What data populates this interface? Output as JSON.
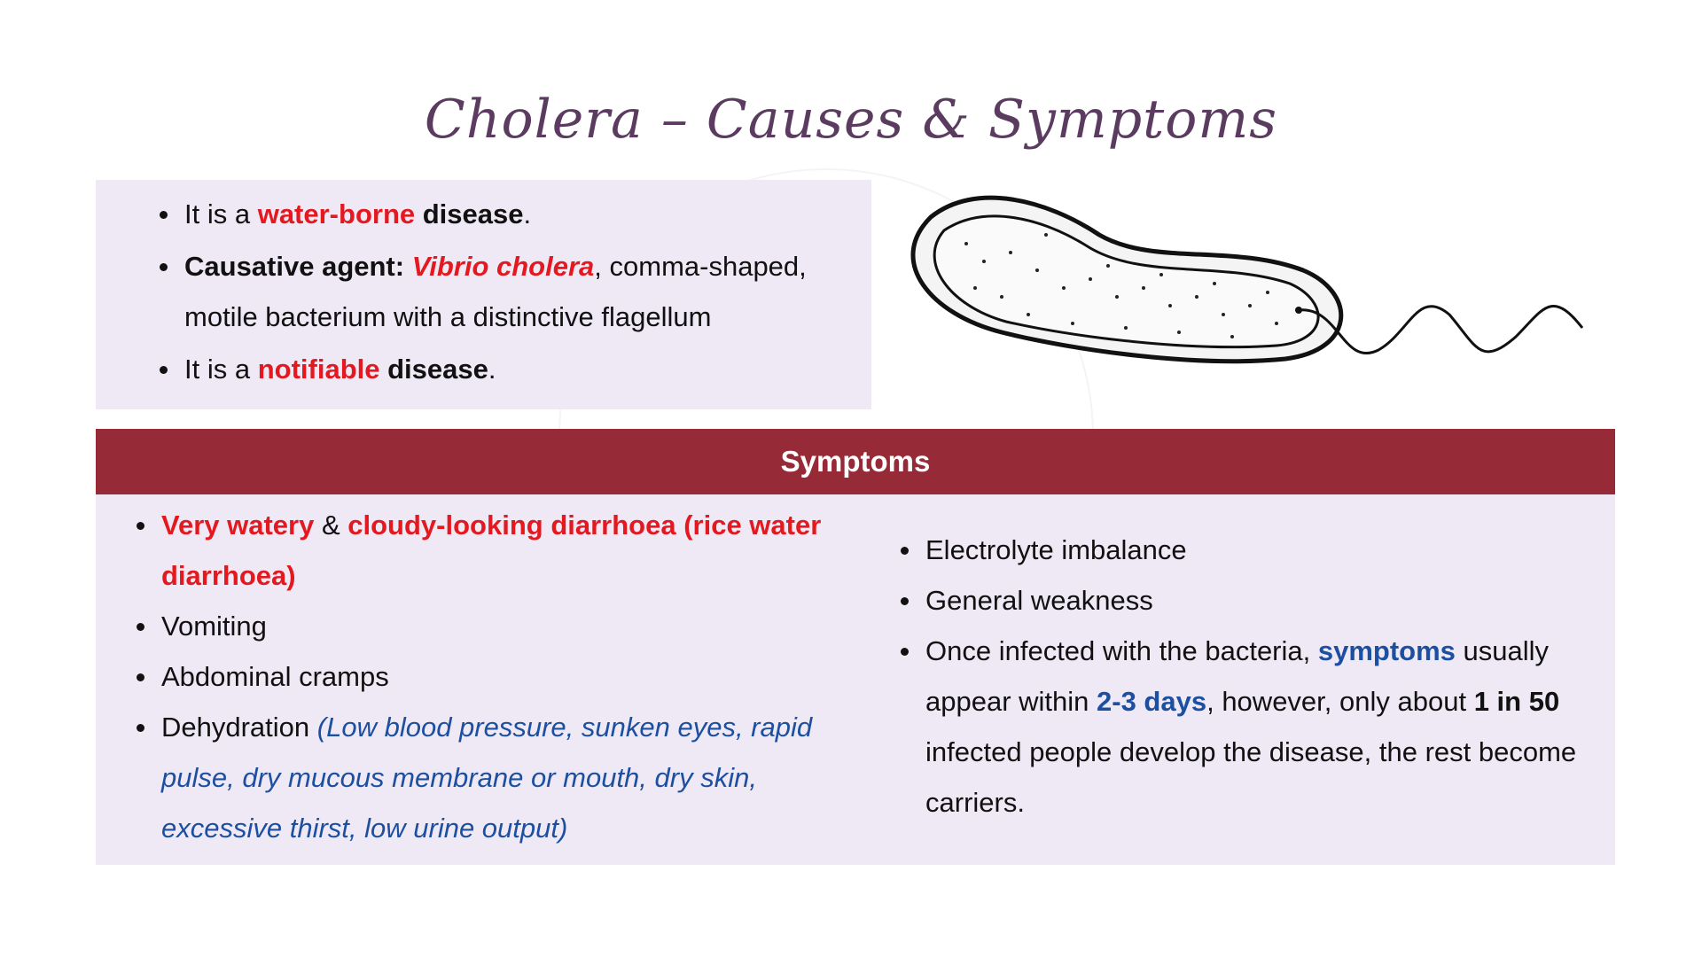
{
  "title": "Cholera – Causes & Symptoms",
  "intro": {
    "b1": {
      "pre": "It is a ",
      "red": "water-borne",
      "bold": " disease",
      "post": "."
    },
    "b2": {
      "bold": "Causative agent: ",
      "redi": "Vibrio cholera",
      "post": ", comma-shaped, motile bacterium with a distinctive flagellum"
    },
    "b3": {
      "pre": "It is a ",
      "red": "notifiable",
      "bold": " disease",
      "post": "."
    }
  },
  "banner": "Symptoms",
  "left": {
    "s1": {
      "red1": "Very watery",
      "mid": " & ",
      "red2": "cloudy-looking diarrhoea (rice water diarrhoea)"
    },
    "s2": "Vomiting",
    "s3": "Abdominal cramps",
    "s4": {
      "pre": "Dehydration ",
      "italic": "(Low blood pressure, sunken eyes, rapid pulse, dry mucous membrane or mouth, dry skin, excessive thirst, low urine output)"
    }
  },
  "right": {
    "s1": "Electrolyte imbalance",
    "s2": "General weakness",
    "s3": {
      "a": "Once infected with the bacteria, ",
      "blue1": "symptoms",
      "b": " usually appear within ",
      "blue2": "2-3 days",
      "c": ", however, only about ",
      "bold": "1 in 50",
      "d": " infected people develop the disease, the rest become carriers."
    }
  },
  "colors": {
    "banner": "#962a37",
    "panel": "#efe8f5",
    "red": "#e3191f",
    "blue": "#1c4fa0",
    "title": "#5b3c60"
  }
}
